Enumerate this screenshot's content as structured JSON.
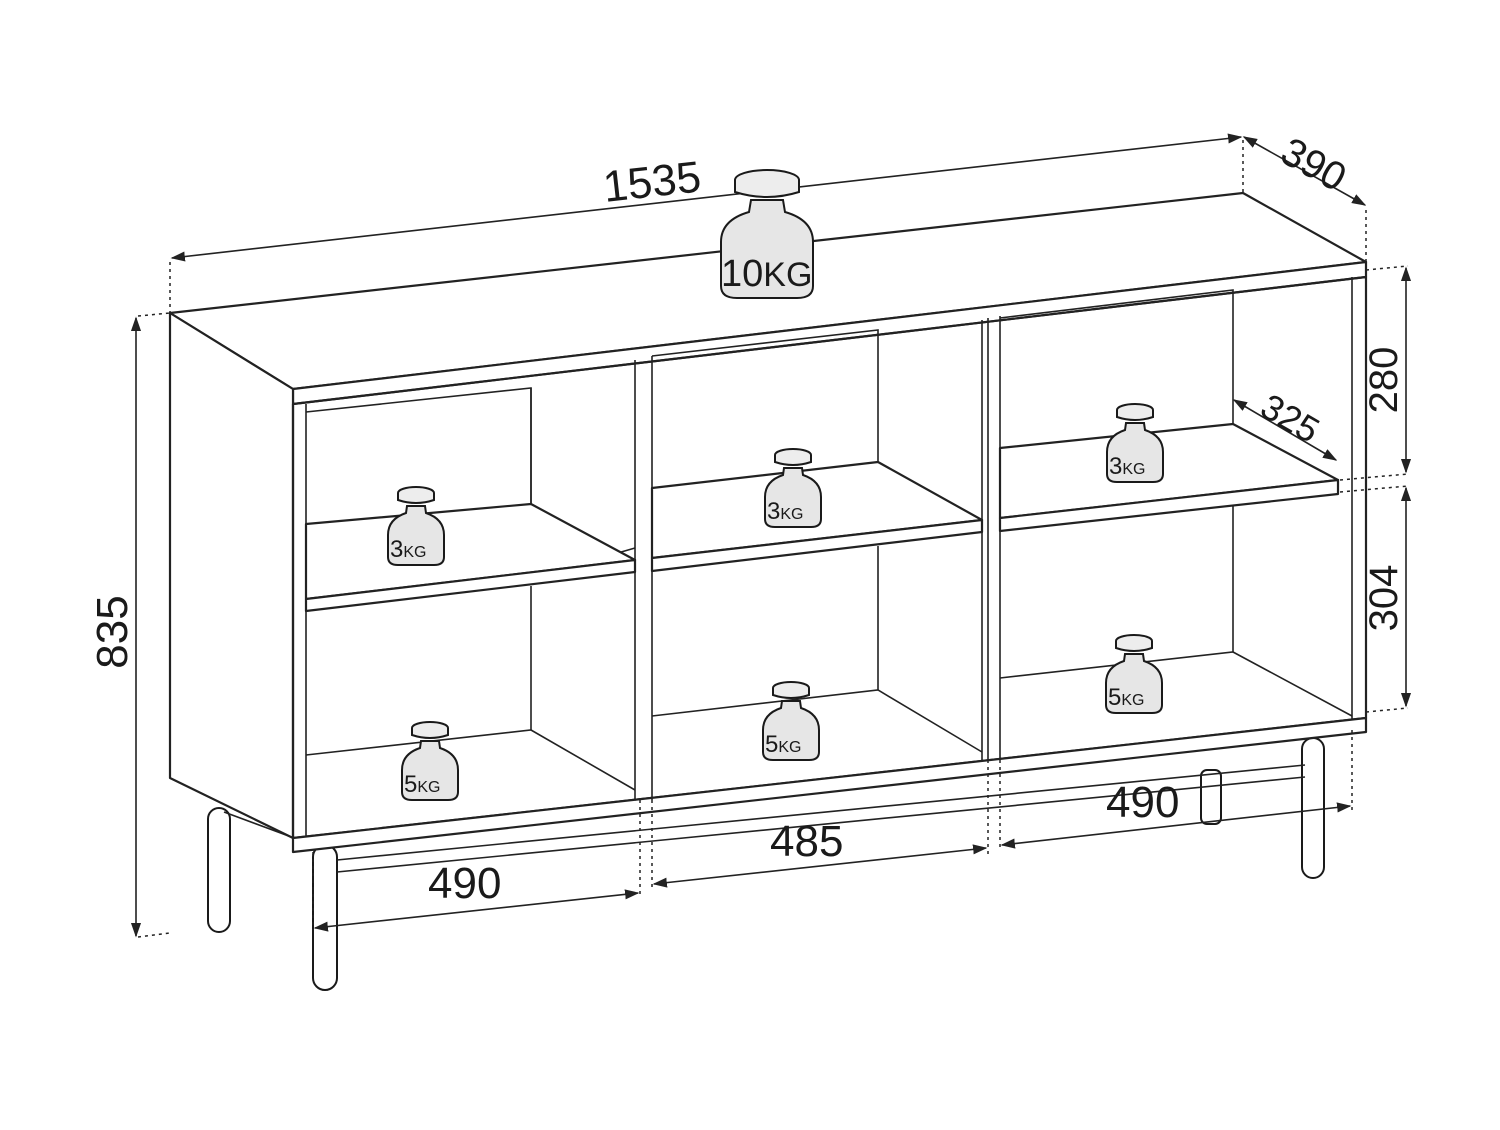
{
  "dimensions": {
    "width": "1535",
    "depth": "390",
    "height": "835",
    "upper_height": "280",
    "lower_height": "304",
    "inner_depth": "325",
    "left_section": "490",
    "middle_section": "485",
    "right_section": "490"
  },
  "weights": {
    "top": {
      "num": "10",
      "unit": "KG"
    },
    "left_upper": {
      "num": "3",
      "unit": "KG"
    },
    "left_lower": {
      "num": "5",
      "unit": "KG"
    },
    "middle_upper": {
      "num": "3",
      "unit": "KG"
    },
    "middle_lower": {
      "num": "5",
      "unit": "KG"
    },
    "right_upper": {
      "num": "3",
      "unit": "KG"
    },
    "right_lower": {
      "num": "5",
      "unit": "KG"
    }
  }
}
